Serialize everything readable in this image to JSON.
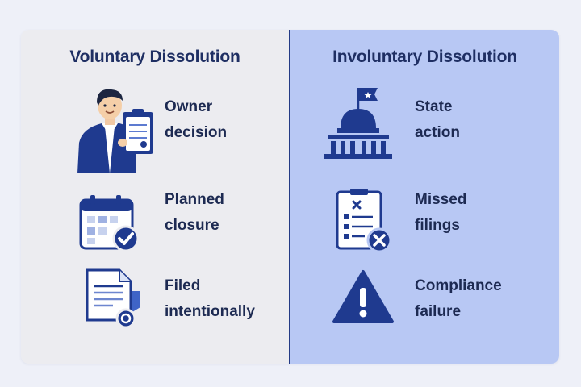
{
  "left": {
    "heading": "Voluntary Dissolution",
    "items": [
      {
        "line1": "Owner",
        "line2": "decision",
        "icon": "person-clipboard-icon"
      },
      {
        "line1": "Planned",
        "line2": "closure",
        "icon": "calendar-check-icon"
      },
      {
        "line1": "Filed",
        "line2": "intentionally",
        "icon": "document-stamp-icon"
      }
    ]
  },
  "right": {
    "heading": "Involuntary Dissolution",
    "items": [
      {
        "line1": "State",
        "line2": "action",
        "icon": "capitol-building-icon"
      },
      {
        "line1": "Missed",
        "line2": "filings",
        "icon": "checklist-x-icon"
      },
      {
        "line1": "Compliance",
        "line2": "failure",
        "icon": "warning-triangle-icon"
      }
    ]
  },
  "colors": {
    "navy": "#1f3a8f",
    "left_bg": "#ececf0",
    "right_bg": "#b8c8f4",
    "divider": "#233a85"
  }
}
